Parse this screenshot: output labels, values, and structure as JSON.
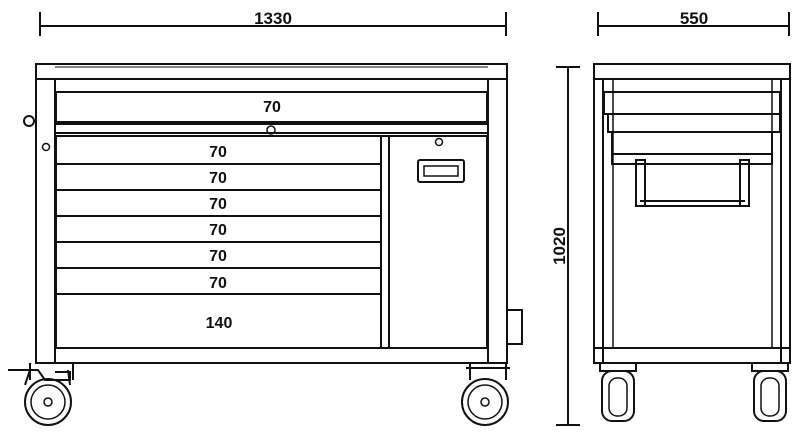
{
  "dimensions": {
    "width": "1330",
    "depth": "550",
    "height": "1020"
  },
  "drawers": {
    "top": "70",
    "items": [
      "70",
      "70",
      "70",
      "70",
      "70",
      "70"
    ],
    "bottom": "140"
  },
  "colors": {
    "line": "#111111",
    "background": "#ffffff"
  }
}
